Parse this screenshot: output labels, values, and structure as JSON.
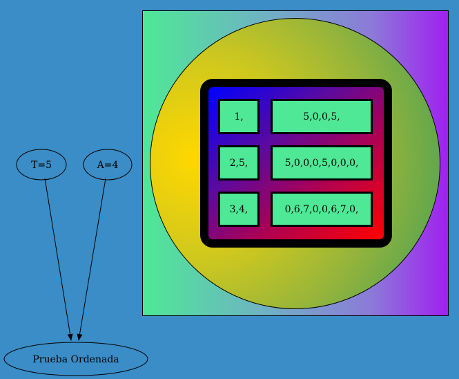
{
  "nodes": {
    "t": "T=5",
    "a": "A=4",
    "prueba": "Prueba Ordenada"
  },
  "table": {
    "rows": [
      {
        "key": "1,",
        "values": "5,0,0,5,"
      },
      {
        "key": "2,5,",
        "values": "5,0,0,0,5,0,0,0,"
      },
      {
        "key": "3,4,",
        "values": "0,6,7,0,0,6,7,0,"
      }
    ]
  },
  "colors": {
    "background": "#3a8dc6",
    "cell_fill": "#4ee896",
    "panel_gradient": [
      "#4ee896",
      "#a020f0"
    ],
    "circle_gradient": [
      "#ffd700",
      "#3f9e58"
    ],
    "table_gradient": [
      "#0000ff",
      "#ff0000"
    ]
  }
}
